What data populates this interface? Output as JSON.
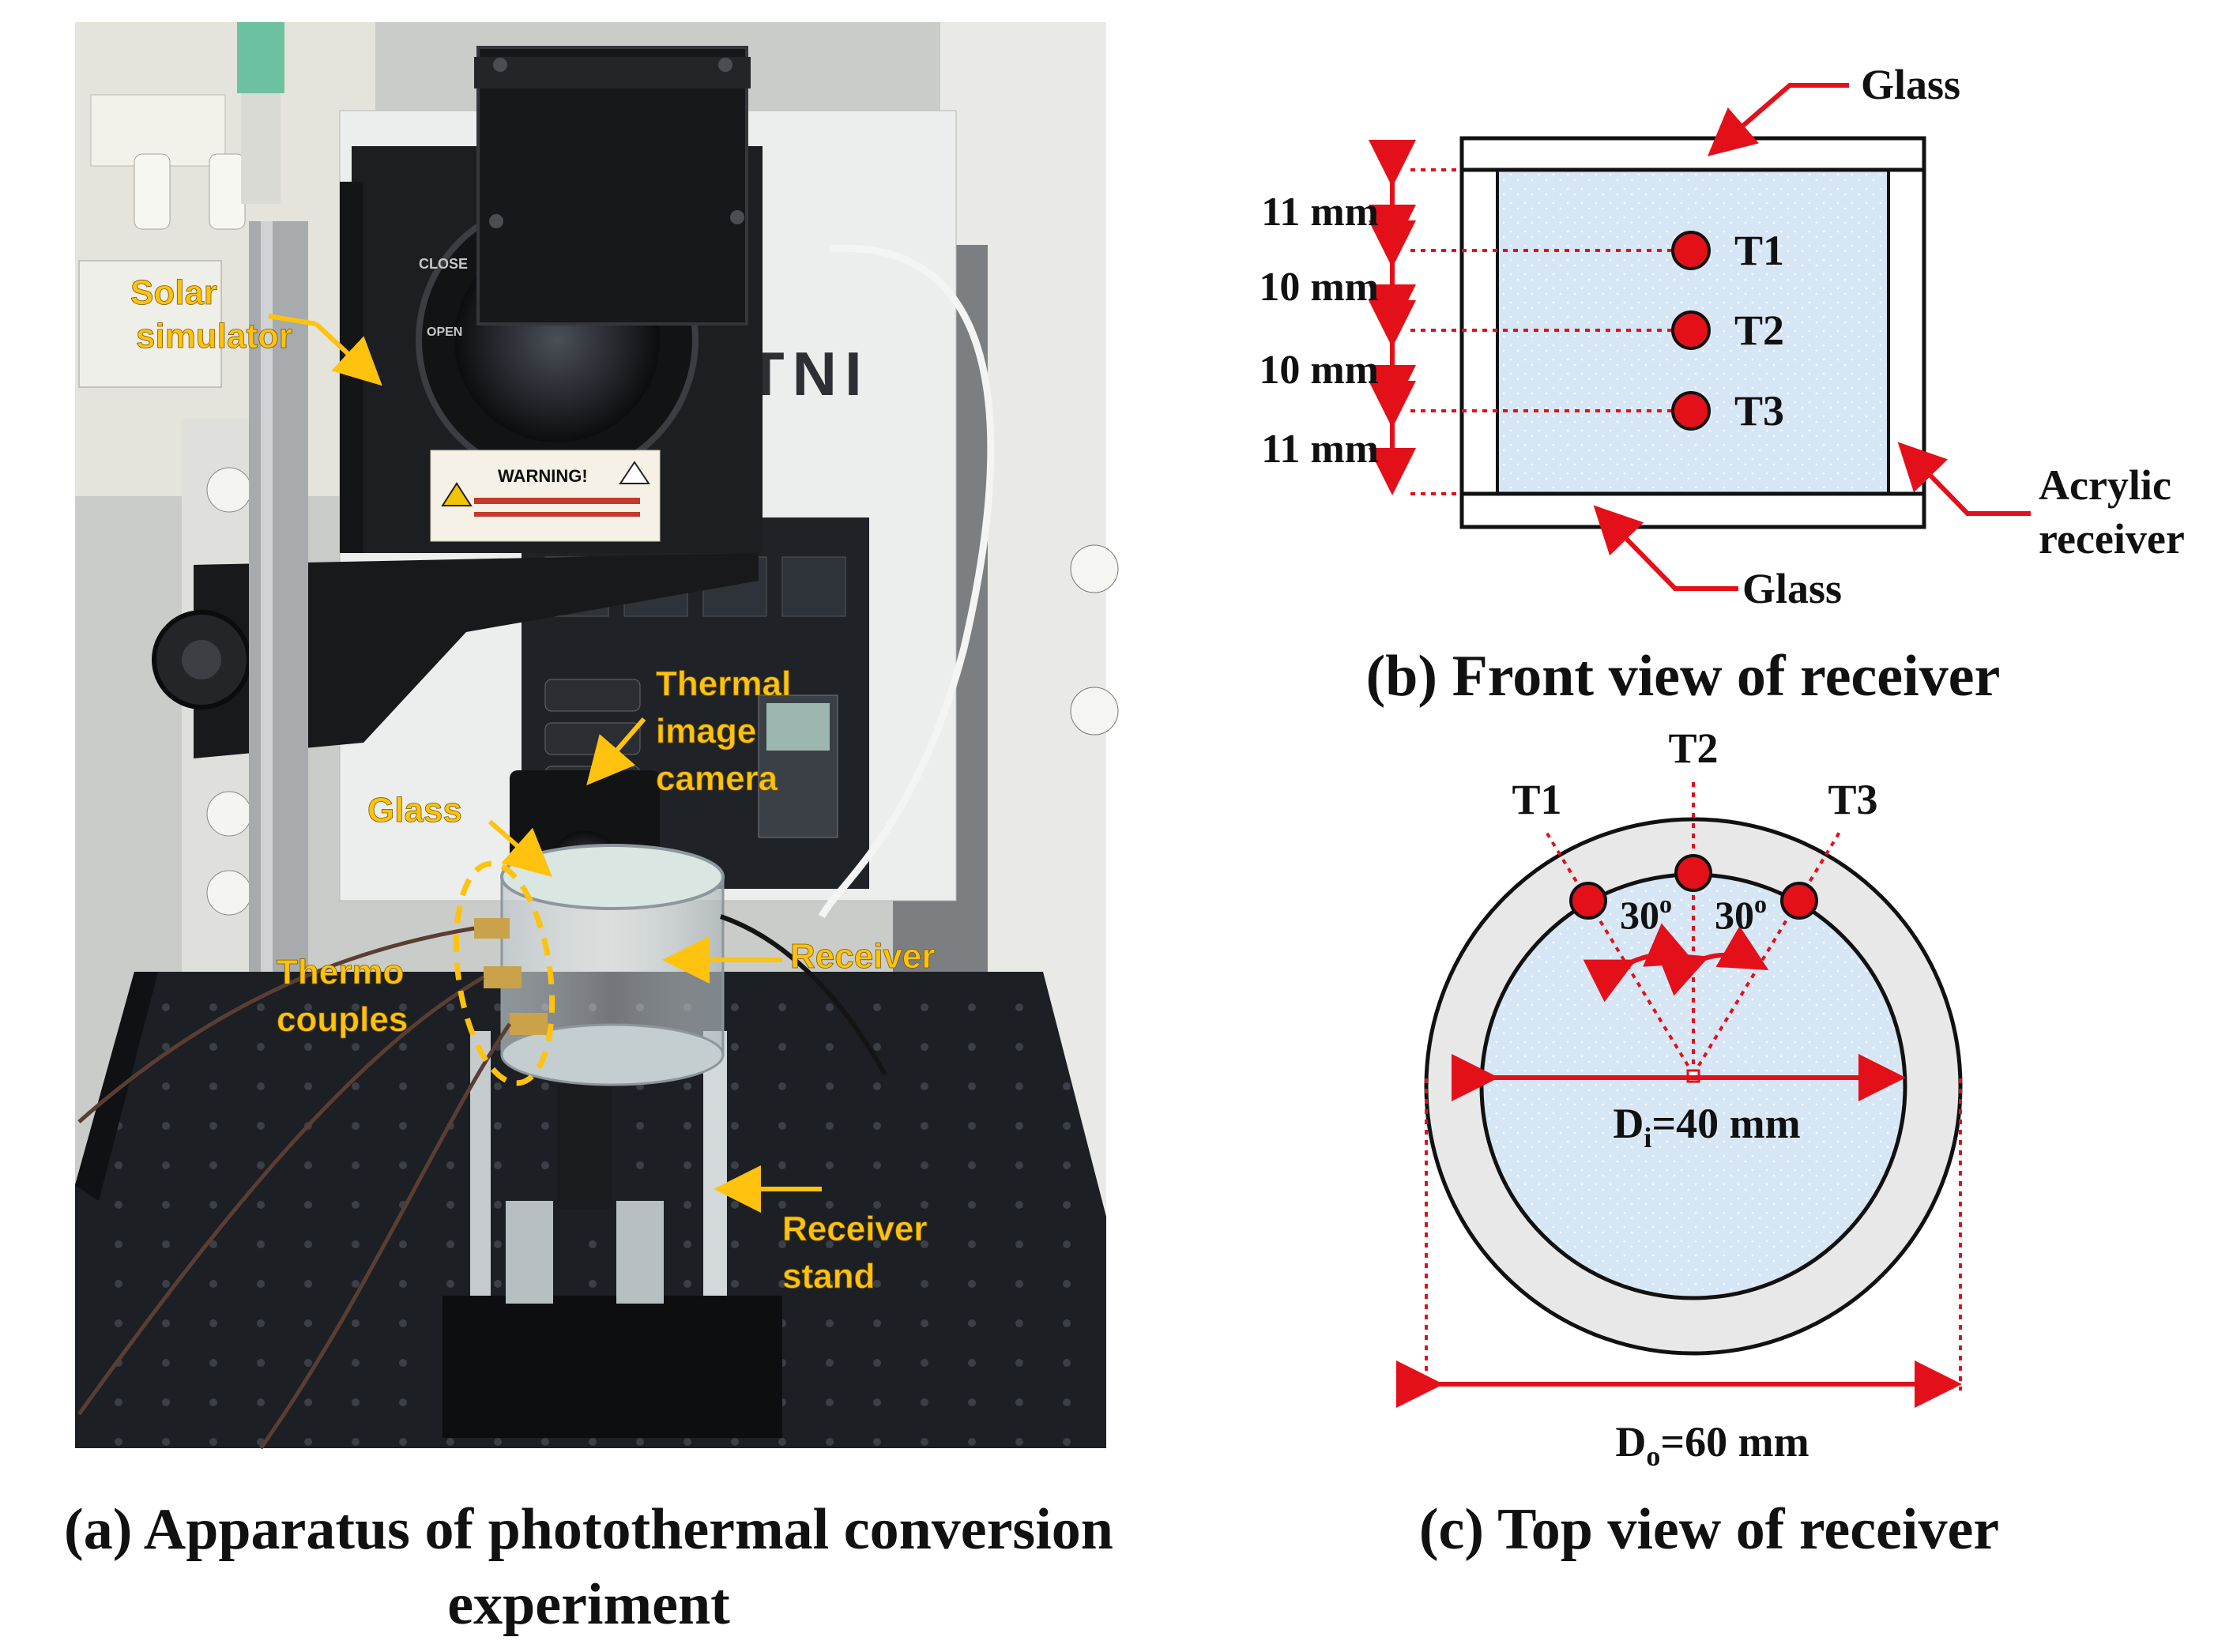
{
  "colors": {
    "accent_red": "#e3101a",
    "annotation_orange": "#ffc20e",
    "receiver_fill": "#d6e6f4",
    "wall_fill": "#e8e8e8"
  },
  "panel_a": {
    "caption_line1": "(a) Apparatus of photothermal conversion",
    "caption_line2": "experiment",
    "photo_labels": {
      "solar_simulator_1": "Solar",
      "solar_simulator_2": "simulator",
      "thermal_camera_1": "Thermal",
      "thermal_camera_2": "image",
      "thermal_camera_3": "camera",
      "glass": "Glass",
      "thermocouples_1": "Thermo",
      "thermocouples_2": "couples",
      "receiver": "Receiver",
      "receiver_stand_1": "Receiver",
      "receiver_stand_2": "stand"
    },
    "device_text": {
      "brand": "TNI",
      "warning": "WARNING!",
      "close": "CLOSE",
      "open": "OPEN"
    }
  },
  "panel_b": {
    "caption": "(b) Front view of receiver",
    "glass_top": "Glass",
    "glass_bottom": "Glass",
    "acrylic_1": "Acrylic",
    "acrylic_2": "receiver",
    "dims": [
      "11 mm",
      "10 mm",
      "10 mm",
      "11 mm"
    ],
    "sensors": [
      "T1",
      "T2",
      "T3"
    ]
  },
  "panel_c": {
    "caption": "(c) Top view of receiver",
    "sensors": [
      "T1",
      "T2",
      "T3"
    ],
    "angle_left": "30",
    "angle_right": "30",
    "angle_sup": "o",
    "di_main": "D",
    "di_sub": "i",
    "di_value": "=40 mm",
    "do_main": "D",
    "do_sub": "o",
    "do_value": "=60 mm"
  }
}
